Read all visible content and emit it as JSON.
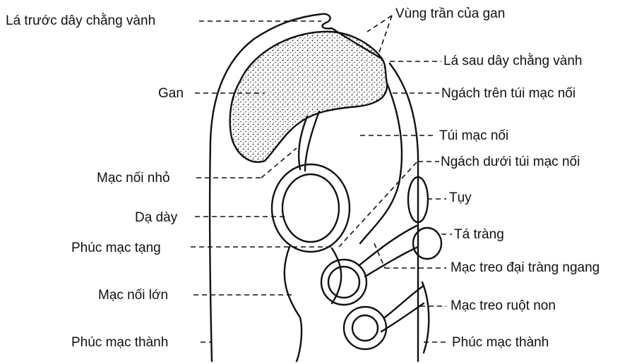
{
  "labels": {
    "anterior_coronary_layer": "Lá trước dây chằng vành",
    "bare_area_liver": "Vùng trần của gan",
    "posterior_coronary_layer": "Lá sau dây chằng vành",
    "liver": "Gan",
    "superior_recess": "Ngách trên túi mạc nối",
    "omental_bursa": "Túi mạc nối",
    "inferior_recess": "Ngách dưới túi mạc nối",
    "lesser_omentum": "Mạc nối nhỏ",
    "pancreas": "Tụy",
    "stomach": "Dạ dày",
    "duodenum": "Tá tràng",
    "visceral_peritoneum": "Phúc mạc tạng",
    "transverse_mesocolon": "Mạc treo đại tràng ngang",
    "greater_omentum": "Mạc nối lớn",
    "mesentery": "Mạc treo ruột non",
    "parietal_peritoneum_left": "Phúc mạc thành",
    "parietal_peritoneum_right": "Phúc mạc thành"
  },
  "colors": {
    "line": "#111111",
    "background": "#ffffff"
  }
}
